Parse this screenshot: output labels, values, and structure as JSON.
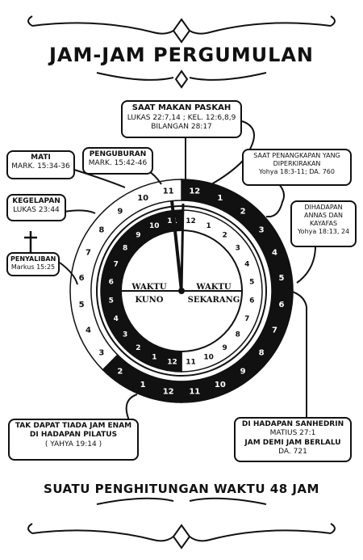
{
  "title": "JAM-JAM PERGUMULAN",
  "footer": "SUATU PENGHITUNGAN WAKTU 48 JAM",
  "center_labels": {
    "left_top": "WAKTU",
    "left_bottom": "KUNO",
    "right_top": "WAKTU",
    "right_bottom": "SEKARANG"
  },
  "dial": {
    "outer_numbers": [
      "12",
      "1",
      "2",
      "3",
      "4",
      "5",
      "6",
      "7",
      "8",
      "9",
      "10",
      "11",
      "12",
      "1",
      "2",
      "3",
      "4",
      "5",
      "6",
      "7",
      "8",
      "9",
      "10",
      "11"
    ],
    "inner_numbers": [
      "12",
      "1",
      "2",
      "3",
      "4",
      "5",
      "6",
      "7",
      "8",
      "9",
      "10",
      "11",
      "12",
      "1",
      "2",
      "3",
      "4",
      "5",
      "6",
      "7",
      "8",
      "9",
      "10",
      "11"
    ]
  },
  "callouts": {
    "paskah": {
      "title": "SAAT MAKAN PASKAH",
      "line1": "LUKAS 22:7,14 ; KEL. 12:6,8,9",
      "line2": "BILANGAN 28:17"
    },
    "mati": {
      "title": "MATI",
      "line1": "MARK. 15:34-36"
    },
    "penguburan": {
      "title": "PENGUBURAN",
      "line1": "MARK. 15:42-46"
    },
    "kegelapan": {
      "title": "KEGELAPAN",
      "line1": "LUKAS 23:44"
    },
    "penyaliban": {
      "title": "PENYALIBAN",
      "line1": "Markus 15:25"
    },
    "penangkapan": {
      "title": "SAAT PENANGKAPAN YANG",
      "line1": "DIPERKIRAKAN",
      "line2": "Yohya 18:3-11; DA. 760"
    },
    "annas": {
      "title": "DIHADAPAN",
      "line1": "ANNAS DAN",
      "line2": "KAYAFAS",
      "line3": "Yohya 18:13, 24"
    },
    "pilatus": {
      "title": "TAK DAPAT TIADA JAM ENAM",
      "line1": "DI HADAPAN PILATUS",
      "line2": "( YAHYA 19:14 )"
    },
    "sanhedrin": {
      "title": "DI HADAPAN SANHEDRIN",
      "line1": "MATIUS 27:1",
      "line2": "JAM DEMI JAM BERLALU",
      "line3": "DA. 721"
    }
  },
  "colors": {
    "ink": "#111111",
    "paper": "#ffffff"
  }
}
